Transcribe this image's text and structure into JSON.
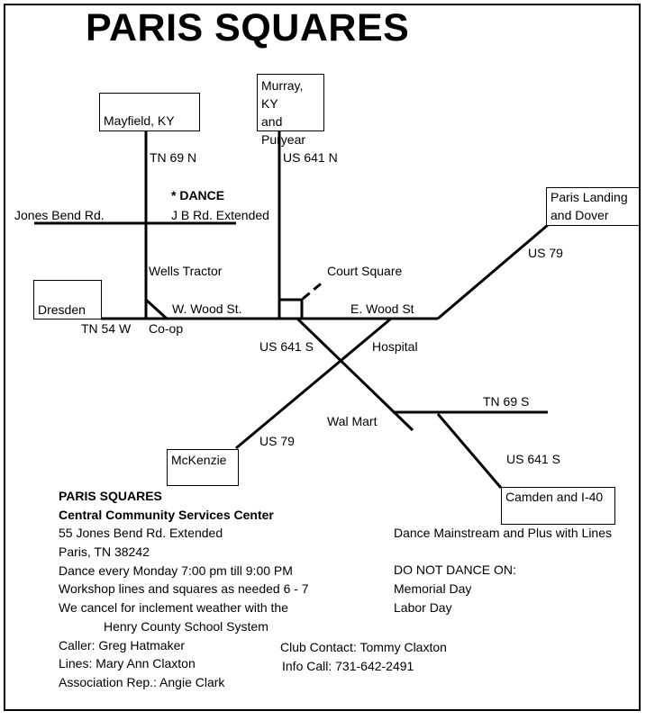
{
  "title": "PARIS SQUARES",
  "destinations": {
    "mayfield": "Mayfield, KY",
    "murray_line1": "Murray, KY",
    "murray_line2": "and",
    "murray_line3": "Puryear",
    "paris_landing_line1": "Paris Landing",
    "paris_landing_line2": "and Dover",
    "dresden": "Dresden",
    "mckenzie": "McKenzie",
    "camden": "Camden and I-40"
  },
  "road_labels": {
    "tn69n": "TN 69 N",
    "us641n": "US 641 N",
    "dance_marker": "* DANCE",
    "jones_bend": "Jones Bend Rd.",
    "jb_extended": "J B Rd. Extended",
    "wells_tractor": "Wells Tractor",
    "court_square": "Court Square",
    "us79_east": "US 79",
    "w_wood": "W. Wood St.",
    "e_wood": "E. Wood St",
    "tn54w": "TN 54 W",
    "coop": "Co-op",
    "us641s_north": "US 641 S",
    "hospital": "Hospital",
    "tn69s": "TN 69 S",
    "wal_mart": "Wal Mart",
    "us79_south": "US 79",
    "us641s_south": "US 641 S"
  },
  "info": {
    "name": "PARIS SQUARES",
    "venue": "Central Community Services Center",
    "address1": "55 Jones Bend Rd. Extended",
    "address2": "Paris, TN 38242",
    "schedule": "Dance every Monday 7:00 pm till 9:00 PM",
    "workshop": "Workshop lines and squares as needed 6 - 7",
    "weather1": "We cancel for inclement weather with the",
    "weather2": "Henry County School System",
    "caller": "Caller: Greg Hatmaker",
    "lines": "Lines: Mary Ann Claxton",
    "association": "Association Rep.:  Angie Clark",
    "club_contact": "Club Contact:  Tommy Claxton",
    "info_call": "Info Call: 731-642-2491",
    "programs": "Dance Mainstream and Plus with Lines",
    "no_dance_header": "DO NOT DANCE ON:",
    "holiday1": "Memorial Day",
    "holiday2": "Labor Day"
  }
}
